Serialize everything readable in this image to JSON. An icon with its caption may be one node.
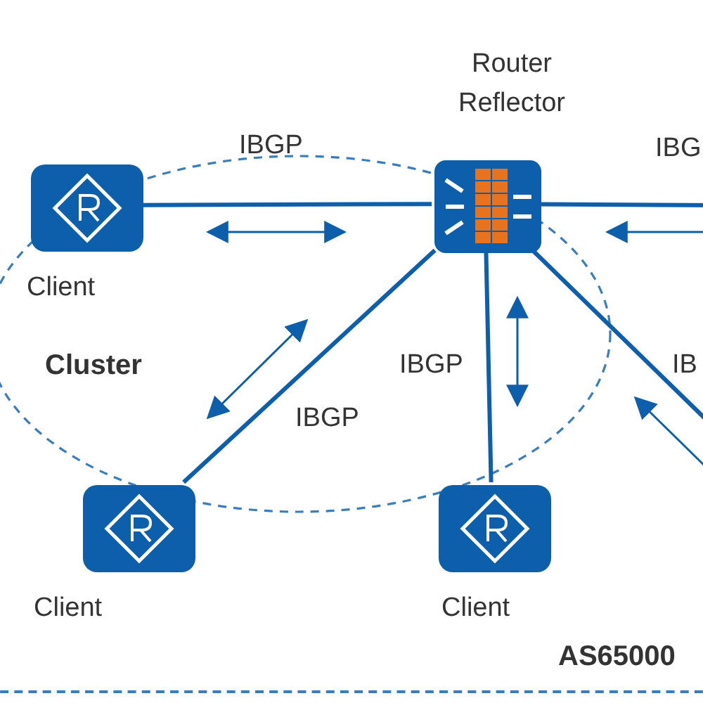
{
  "diagram": {
    "nodes": [
      {
        "text": [
          "AS65000"
        ]
      },
      {
        "text": [
          "Cluster"
        ],
        "in": 0
      },
      {
        "text": [
          "Router Reflector"
        ],
        "in": 1
      },
      {
        "text": [
          "Client"
        ],
        "in": 1
      },
      {
        "text": [
          "Client"
        ],
        "in": 0
      },
      {
        "text": [
          "Client"
        ],
        "in": 0
      }
    ],
    "edges": [
      {
        "from": 2,
        "to": 3,
        "arrow": "none",
        "label": "IBGP"
      },
      {
        "from": 2,
        "to": 4,
        "arrow": "none",
        "label": "IBGP"
      },
      {
        "from": 2,
        "to": 5,
        "arrow": "none",
        "label": "IBGP"
      },
      {
        "from": 2,
        "to": null,
        "arrow": "none",
        "label": "IBG"
      },
      {
        "from": 2,
        "to": null,
        "arrow": "none",
        "label": "IB"
      }
    ]
  }
}
